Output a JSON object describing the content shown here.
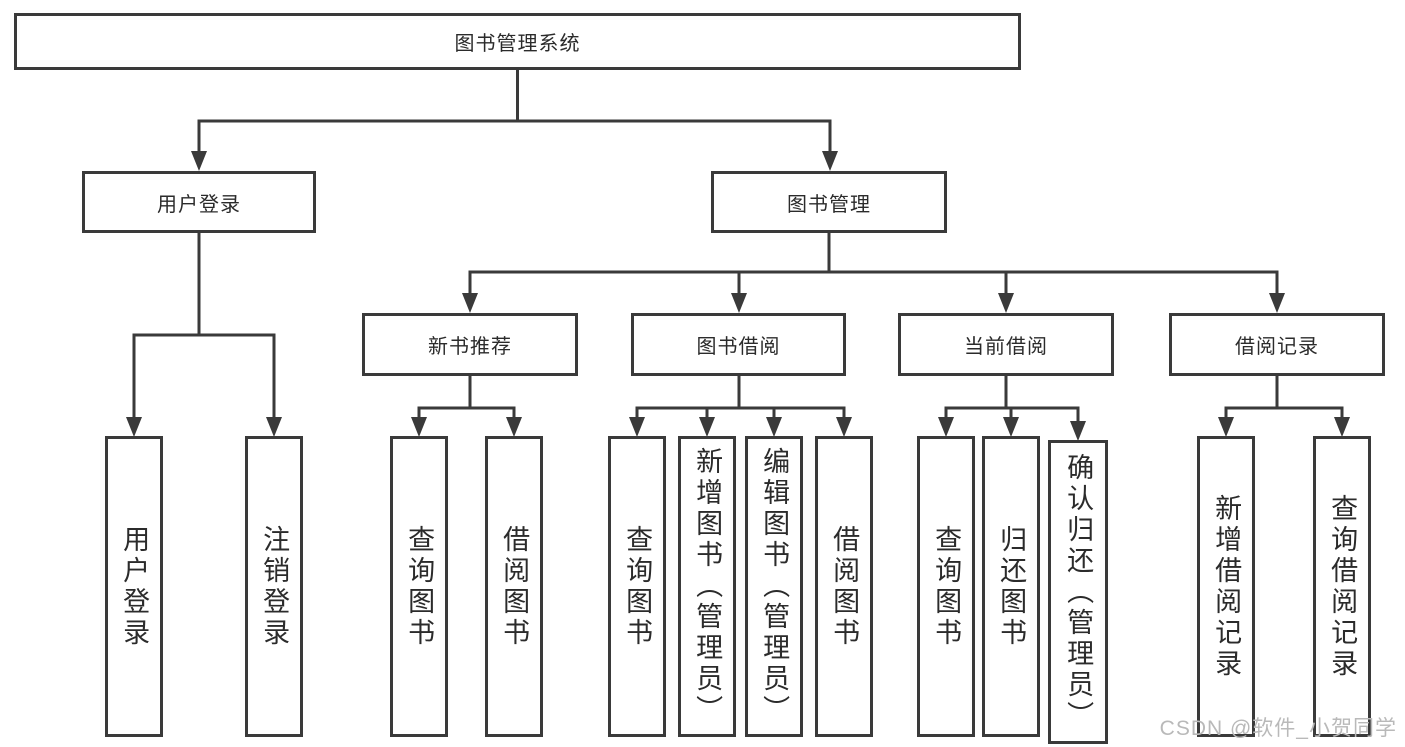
{
  "diagram": {
    "type": "tree",
    "tree": {
      "label": "图书管理系统",
      "children": [
        {
          "label": "用户登录",
          "children": [
            {
              "label": "用户登录"
            },
            {
              "label": "注销登录"
            }
          ]
        },
        {
          "label": "图书管理",
          "children": [
            {
              "label": "新书推荐",
              "children": [
                {
                  "label": "查询图书"
                },
                {
                  "label": "借阅图书"
                }
              ]
            },
            {
              "label": "图书借阅",
              "children": [
                {
                  "label": "查询图书"
                },
                {
                  "label": "新增图书（管理员）"
                },
                {
                  "label": "编辑图书（管理员）"
                },
                {
                  "label": "借阅图书"
                }
              ]
            },
            {
              "label": "当前借阅",
              "children": [
                {
                  "label": "查询图书"
                },
                {
                  "label": "归还图书"
                },
                {
                  "label": "确认归还（管理员）"
                }
              ]
            },
            {
              "label": "借阅记录",
              "children": [
                {
                  "label": "新增借阅记录"
                },
                {
                  "label": "查询借阅记录"
                }
              ]
            }
          ]
        }
      ]
    },
    "watermark": "CSDN @软件_小贺同学",
    "colors": {
      "line": "#3a3a3a",
      "box_border": "#3a3a3a",
      "text": "#2b2b2b",
      "watermark": "#b9b9b9",
      "background": "#ffffff"
    }
  }
}
